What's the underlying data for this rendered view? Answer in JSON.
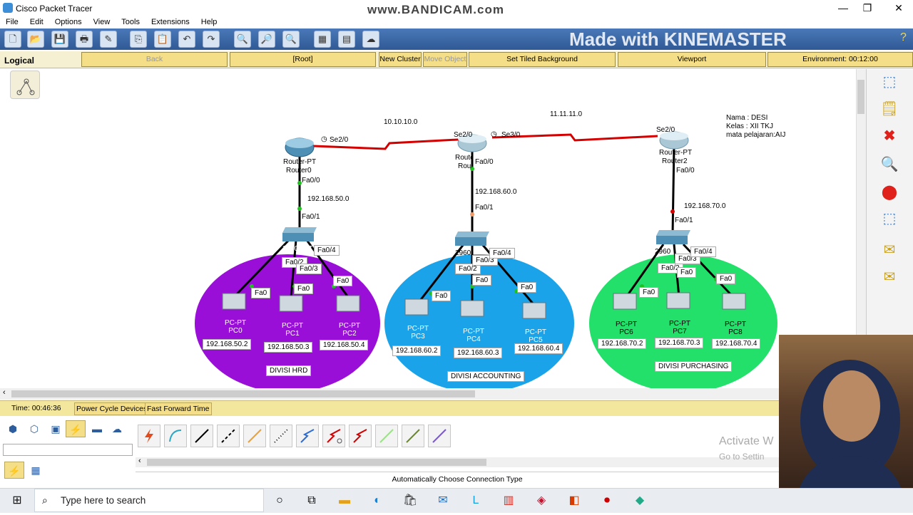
{
  "app": {
    "title": "Cisco Packet Tracer",
    "watermark_top": "www.BANDICAM.com",
    "watermark_kine": "Made with KINEMASTER"
  },
  "menu": [
    "File",
    "Edit",
    "Options",
    "View",
    "Tools",
    "Extensions",
    "Help"
  ],
  "logical_bar": {
    "mode": "Logical",
    "back": "Back",
    "root": "[Root]",
    "new_cluster": "New Cluster",
    "move_object": "Move Object",
    "set_tiled_bg": "Set Tiled Background",
    "viewport": "Viewport",
    "environment": "Environment: 00:12:00"
  },
  "note": {
    "line1": "Nama : DESI",
    "line2": "Kelas : XII TKJ",
    "line3": "mata pelajaran:AIJ"
  },
  "networks": {
    "wan1": "10.10.10.0",
    "wan2": "11.11.11.0"
  },
  "routers": [
    {
      "model": "Router-PT",
      "name": "Router0",
      "port_wan": "Se2/0",
      "port_lan": "Fa0/0",
      "net": "192.168.50.0"
    },
    {
      "model": "Router-PT",
      "name": "Router1",
      "port_wan_left": "Se2/0",
      "port_wan_right": "Se3/0",
      "port_lan": "Fa0/0",
      "net": "192.168.60.0"
    },
    {
      "model": "Router-PT",
      "name": "Router2",
      "port_wan": "Se2/0",
      "port_lan": "Fa0/0",
      "net": "192.168.70.0"
    }
  ],
  "switch_label": "2960-24TT",
  "ports": {
    "fa01": "Fa0/1",
    "fa02": "Fa0/2",
    "fa03": "Fa0/3",
    "fa04": "Fa0/4",
    "fa0": "Fa0"
  },
  "divisions": [
    {
      "name": "DIVISI HRD",
      "pcs": [
        {
          "model": "PC-PT",
          "name": "PC0",
          "ip": "192.168.50.2"
        },
        {
          "model": "PC-PT",
          "name": "PC1",
          "ip": "192.168.50.3"
        },
        {
          "model": "PC-PT",
          "name": "PC2",
          "ip": "192.168.50.4"
        }
      ]
    },
    {
      "name": "DIVISI ACCOUNTING",
      "pcs": [
        {
          "model": "PC-PT",
          "name": "PC3",
          "ip": "192.168.60.2"
        },
        {
          "model": "PC-PT",
          "name": "PC4",
          "ip": "192.168.60.3"
        },
        {
          "model": "PC-PT",
          "name": "PC5",
          "ip": "192.168.60.4"
        }
      ]
    },
    {
      "name": "DIVISI PURCHASING",
      "pcs": [
        {
          "model": "PC-PT",
          "name": "PC6",
          "ip": "192.168.70.2"
        },
        {
          "model": "PC-PT",
          "name": "PC7",
          "ip": "192.168.70.3"
        },
        {
          "model": "PC-PT",
          "name": "PC8",
          "ip": "192.168.70.4"
        }
      ]
    }
  ],
  "timebar": {
    "time": "Time: 00:46:36",
    "power_cycle": "Power Cycle Devices",
    "fast_forward": "Fast Forward Time"
  },
  "bottom": {
    "status": "Automatically Choose Connection Type",
    "activate": "Activate W",
    "goto": "Go to Settin"
  },
  "taskbar": {
    "search_placeholder": "Type here to search"
  },
  "colors": {
    "hrd": "#9a0fd8",
    "accounting": "#1aa3e8",
    "purchasing": "#22e06a",
    "serial": "#d40000",
    "toolbar": "#3f6aa6"
  }
}
